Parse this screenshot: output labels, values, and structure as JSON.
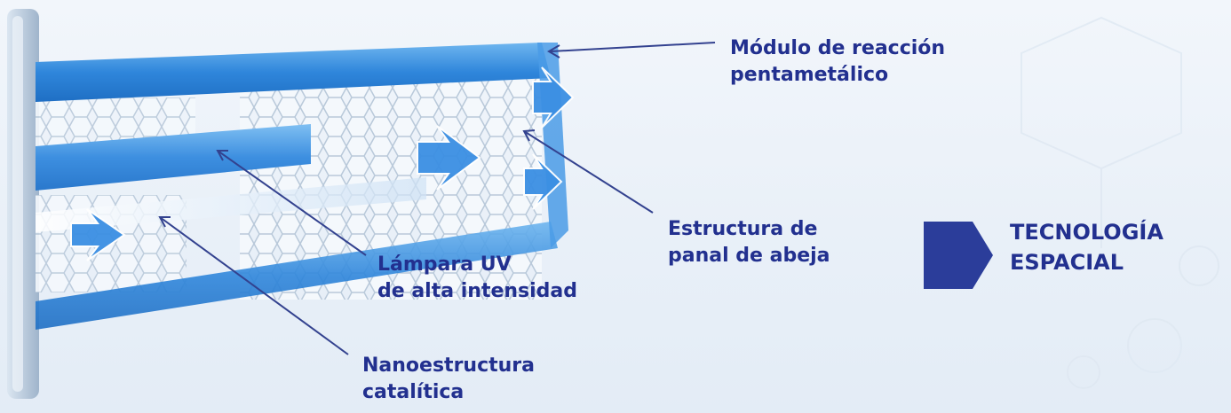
{
  "labels": {
    "reaction_module": "Módulo de reacción\n pentametálico",
    "honeycomb": "Estructura de\npanal de abeja",
    "uv_lamp": "Lámpara  UV\nde alta intensidad",
    "nanostructure": "Nanoestructura\ncatalítica"
  },
  "badge": {
    "line1": "TECNOLOGÍA",
    "line2": "ESPACIAL"
  },
  "colors": {
    "text": "#22308f",
    "frame_blue": "#3a8fe0",
    "chevron": "#2b3d9a",
    "leader_line": "#33428f"
  }
}
